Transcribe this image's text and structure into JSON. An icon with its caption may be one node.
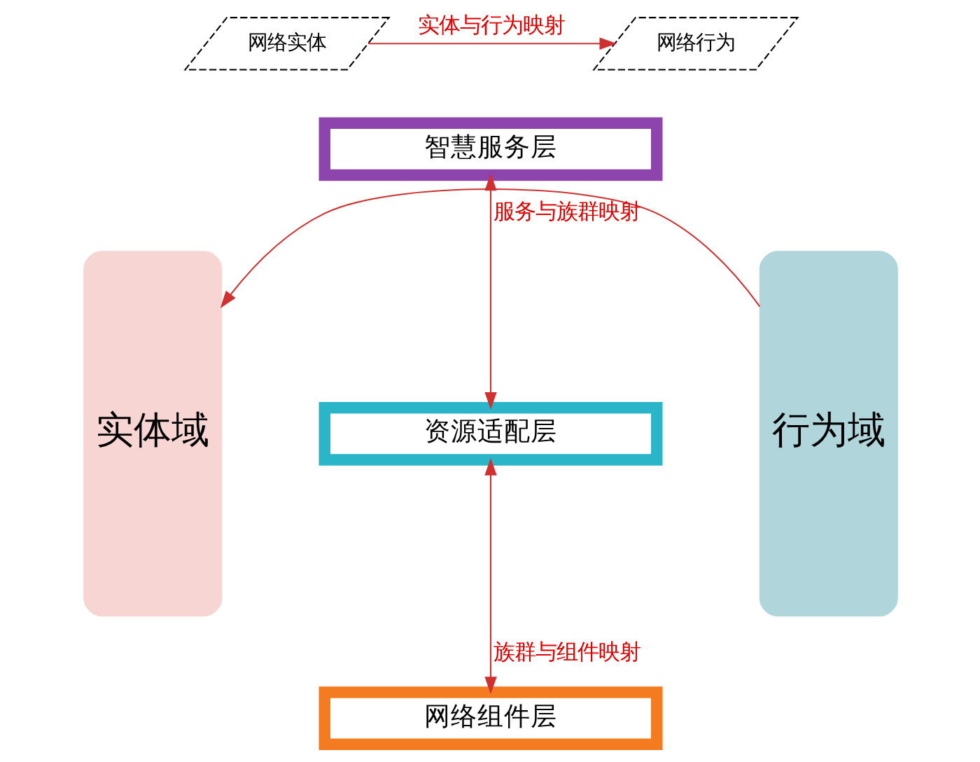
{
  "diagram": {
    "nodes": [
      {
        "text": [
          "实体域"
        ]
      },
      {
        "text": [
          "行为域"
        ]
      },
      {
        "text": [
          "网络实体"
        ]
      },
      {
        "text": [
          "网络行为"
        ]
      },
      {
        "text": [
          "智慧服务层"
        ]
      },
      {
        "text": [
          "资源适配层"
        ]
      },
      {
        "text": [
          "网络组件层"
        ]
      }
    ],
    "edges": [
      {
        "from": 2,
        "to": 3,
        "arrow": "to",
        "label": "实体与行为映射"
      },
      {
        "from": 4,
        "to": 5,
        "arrow": "both",
        "label": "服务与族群映射"
      },
      {
        "from": 5,
        "to": 6,
        "arrow": "both",
        "label": "族群与组件映射"
      },
      {
        "from": 1,
        "to": 0,
        "arrow": "to"
      }
    ]
  }
}
